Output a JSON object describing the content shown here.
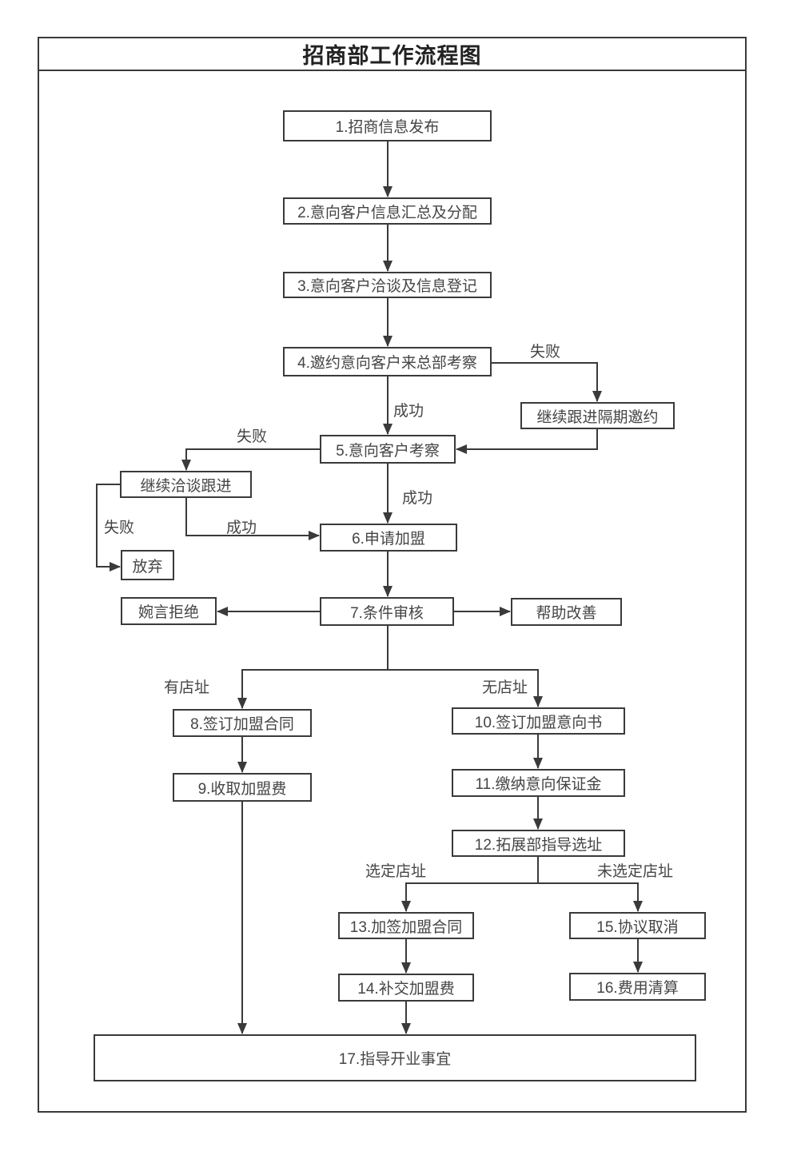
{
  "title": "招商部工作流程图",
  "colors": {
    "line": "#3a3a3a",
    "text": "#454545",
    "background": "#ffffff"
  },
  "nodes": {
    "n1": {
      "label": "1.招商信息发布"
    },
    "n2": {
      "label": "2.意向客户信息汇总及分配"
    },
    "n3": {
      "label": "3.意向客户洽谈及信息登记"
    },
    "n4": {
      "label": "4.邀约意向客户来总部考察"
    },
    "n5": {
      "label": "5.意向客户考察"
    },
    "n6": {
      "label": "6.申请加盟"
    },
    "n7": {
      "label": "7.条件审核"
    },
    "n8": {
      "label": "8.签订加盟合同"
    },
    "n9": {
      "label": "9.收取加盟费"
    },
    "n10": {
      "label": "10.签订加盟意向书"
    },
    "n11": {
      "label": "11.缴纳意向保证金"
    },
    "n12": {
      "label": "12.拓展部指导选址"
    },
    "n13": {
      "label": "13.加签加盟合同"
    },
    "n14": {
      "label": "14.补交加盟费"
    },
    "n15": {
      "label": "15.协议取消"
    },
    "n16": {
      "label": "16.费用清算"
    },
    "n17": {
      "label": "17.指导开业事宜"
    },
    "follow_invite": {
      "label": "继续跟进隔期邀约"
    },
    "follow_talk": {
      "label": "继续洽谈跟进"
    },
    "give_up": {
      "label": "放弃"
    },
    "polite_refuse": {
      "label": "婉言拒绝"
    },
    "help_improve": {
      "label": "帮助改善"
    }
  },
  "edge_labels": {
    "fail_invite": "失败",
    "success_invite": "成功",
    "fail_visit": "失败",
    "success_visit": "成功",
    "fail_talk": "失败",
    "success_talk": "成功",
    "has_site": "有店址",
    "no_site": "无店址",
    "site_chosen": "选定店址",
    "site_not_chosen": "未选定店址"
  },
  "edges": [
    {
      "from": "n1",
      "to": "n2",
      "label": ""
    },
    {
      "from": "n2",
      "to": "n3",
      "label": ""
    },
    {
      "from": "n3",
      "to": "n4",
      "label": ""
    },
    {
      "from": "n4",
      "to": "n5",
      "label": "成功"
    },
    {
      "from": "n4",
      "to": "follow_invite",
      "label": "失败"
    },
    {
      "from": "follow_invite",
      "to": "n5",
      "label": ""
    },
    {
      "from": "n5",
      "to": "n6",
      "label": "成功"
    },
    {
      "from": "n5",
      "to": "follow_talk",
      "label": "失败"
    },
    {
      "from": "follow_talk",
      "to": "n6",
      "label": "成功"
    },
    {
      "from": "follow_talk",
      "to": "give_up",
      "label": "失败"
    },
    {
      "from": "n6",
      "to": "n7",
      "label": ""
    },
    {
      "from": "n7",
      "to": "polite_refuse",
      "label": ""
    },
    {
      "from": "n7",
      "to": "help_improve",
      "label": ""
    },
    {
      "from": "n7",
      "to": "n8",
      "label": "有店址"
    },
    {
      "from": "n7",
      "to": "n10",
      "label": "无店址"
    },
    {
      "from": "n8",
      "to": "n9",
      "label": ""
    },
    {
      "from": "n9",
      "to": "n17",
      "label": ""
    },
    {
      "from": "n10",
      "to": "n11",
      "label": ""
    },
    {
      "from": "n11",
      "to": "n12",
      "label": ""
    },
    {
      "from": "n12",
      "to": "n13",
      "label": "选定店址"
    },
    {
      "from": "n12",
      "to": "n15",
      "label": "未选定店址"
    },
    {
      "from": "n13",
      "to": "n14",
      "label": ""
    },
    {
      "from": "n14",
      "to": "n17",
      "label": ""
    },
    {
      "from": "n15",
      "to": "n16",
      "label": ""
    }
  ]
}
